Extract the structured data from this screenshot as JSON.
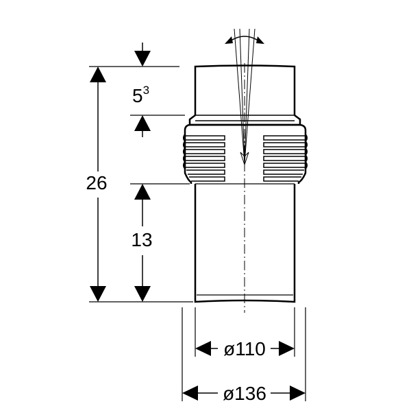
{
  "dimensions": {
    "total_height": "26",
    "top_offset_main": "5",
    "top_offset_sup": "3",
    "lower_length": "13",
    "inner_diameter": "ø110",
    "outer_diameter": "ø136"
  }
}
